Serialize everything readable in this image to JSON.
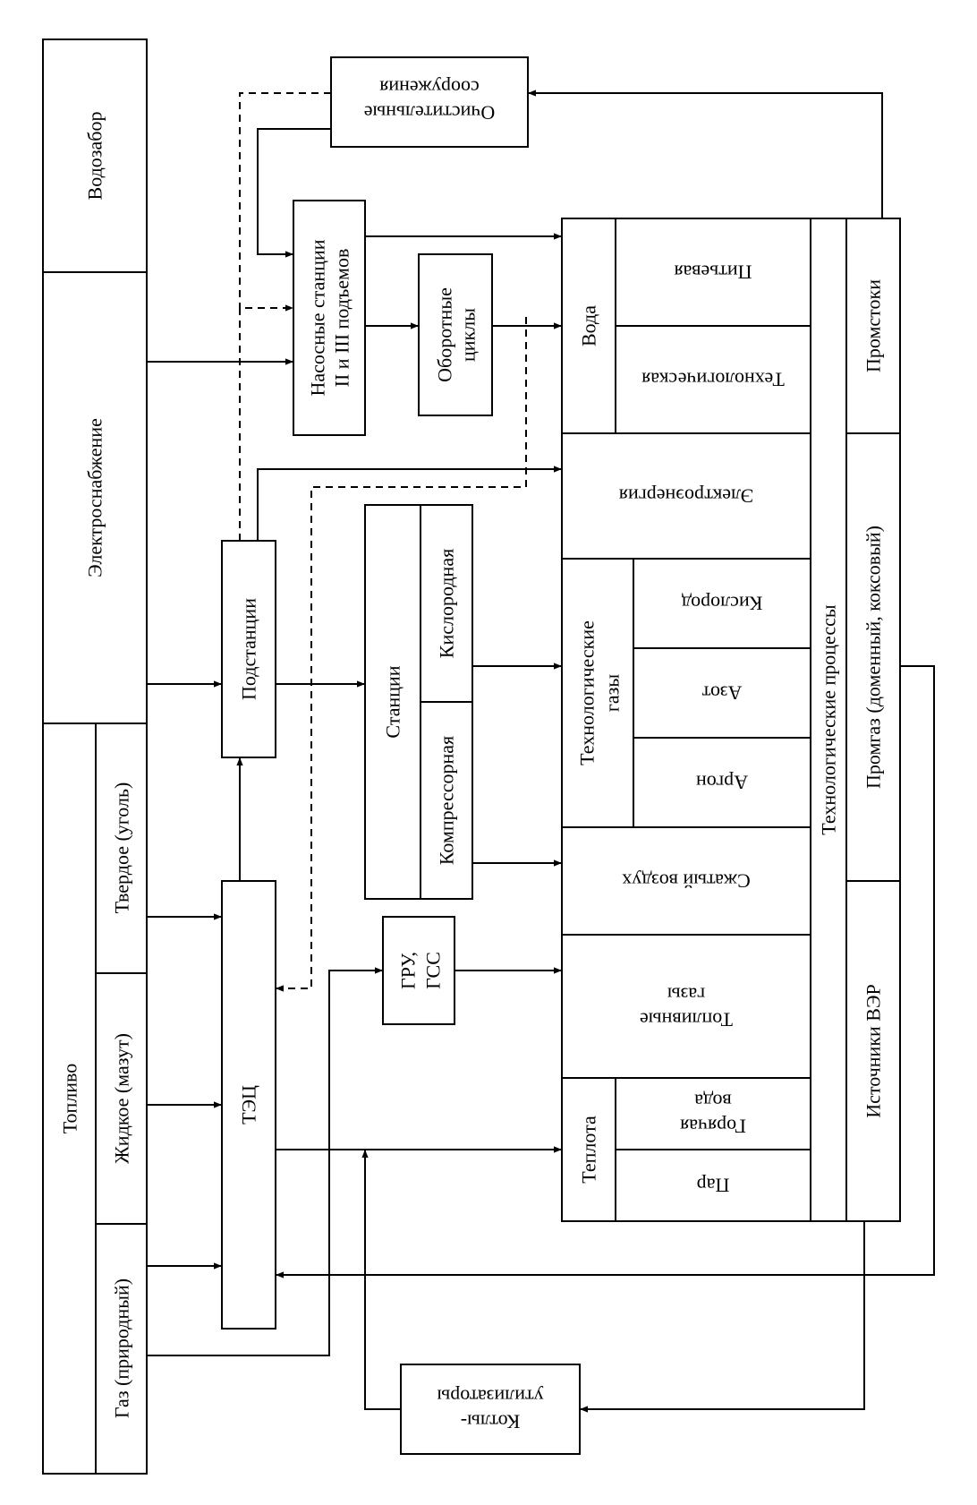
{
  "labels": {
    "fuel": "Топливо",
    "fuel_gas": "Газ (природный)",
    "fuel_liquid": "Жидкое (мазут)",
    "fuel_solid": "Твердое (уголь)",
    "power_supply": "Электроснабжение",
    "water_intake": "Водозабор",
    "treatment_1": "Очистительные",
    "treatment_2": "сооружения",
    "pump_1": "Насосные станции",
    "pump_2": "II и III подъемов",
    "recirc_1": "Оборотные",
    "recirc_2": "циклы",
    "substations": "Подстанции",
    "stations": "Станции",
    "compressor": "Компрессорная",
    "oxygen_station": "Кислородная",
    "chp": "ТЭЦ",
    "gru_1": "ГРУ,",
    "gru_2": "ГСС",
    "boilers_1": "Котлы-",
    "boilers_2": "утилизаторы",
    "water": "Вода",
    "drinking": "Питьевая",
    "technological": "Технологическая",
    "electricity": "Электроэнергия",
    "tech_gases_1": "Технологические",
    "tech_gases_2": "газы",
    "oxygen": "Кислород",
    "nitrogen": "Азот",
    "argon": "Аргон",
    "compressed_air": "Сжатый воздух",
    "fuel_gases_1": "Топливные",
    "fuel_gases_2": "газы",
    "heat": "Теплота",
    "hot_water_1": "Горячая",
    "hot_water_2": "вода",
    "steam": "Пар",
    "tech_processes": "Технологические процессы",
    "wastewater": "Промстоки",
    "process_gas": "Промгаз (доменный, коксовый)",
    "ser_sources": "Источники ВЭР"
  }
}
